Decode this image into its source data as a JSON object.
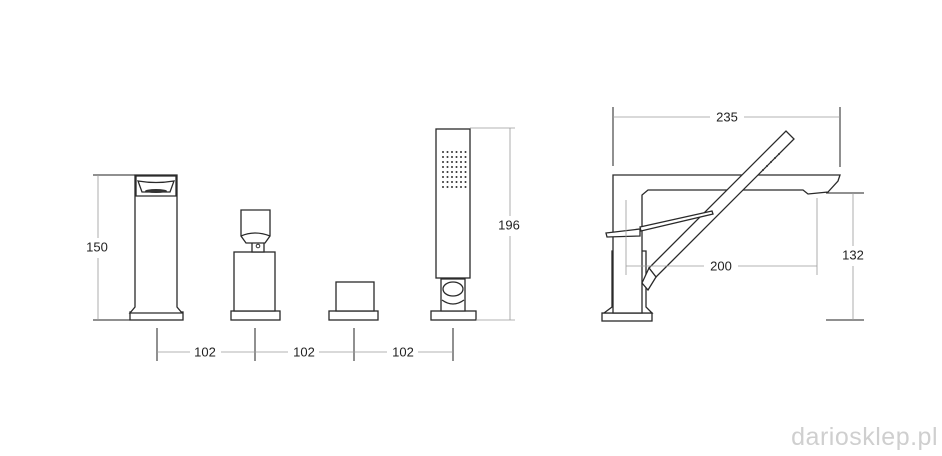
{
  "dimensions": {
    "spout_height": "150",
    "shower_height": "196",
    "spacing_1": "102",
    "spacing_2": "102",
    "spacing_3": "102",
    "overall_length": "235",
    "spout_reach": "200",
    "spout_outlet_height": "132"
  },
  "watermark": "dariosklep.pl"
}
